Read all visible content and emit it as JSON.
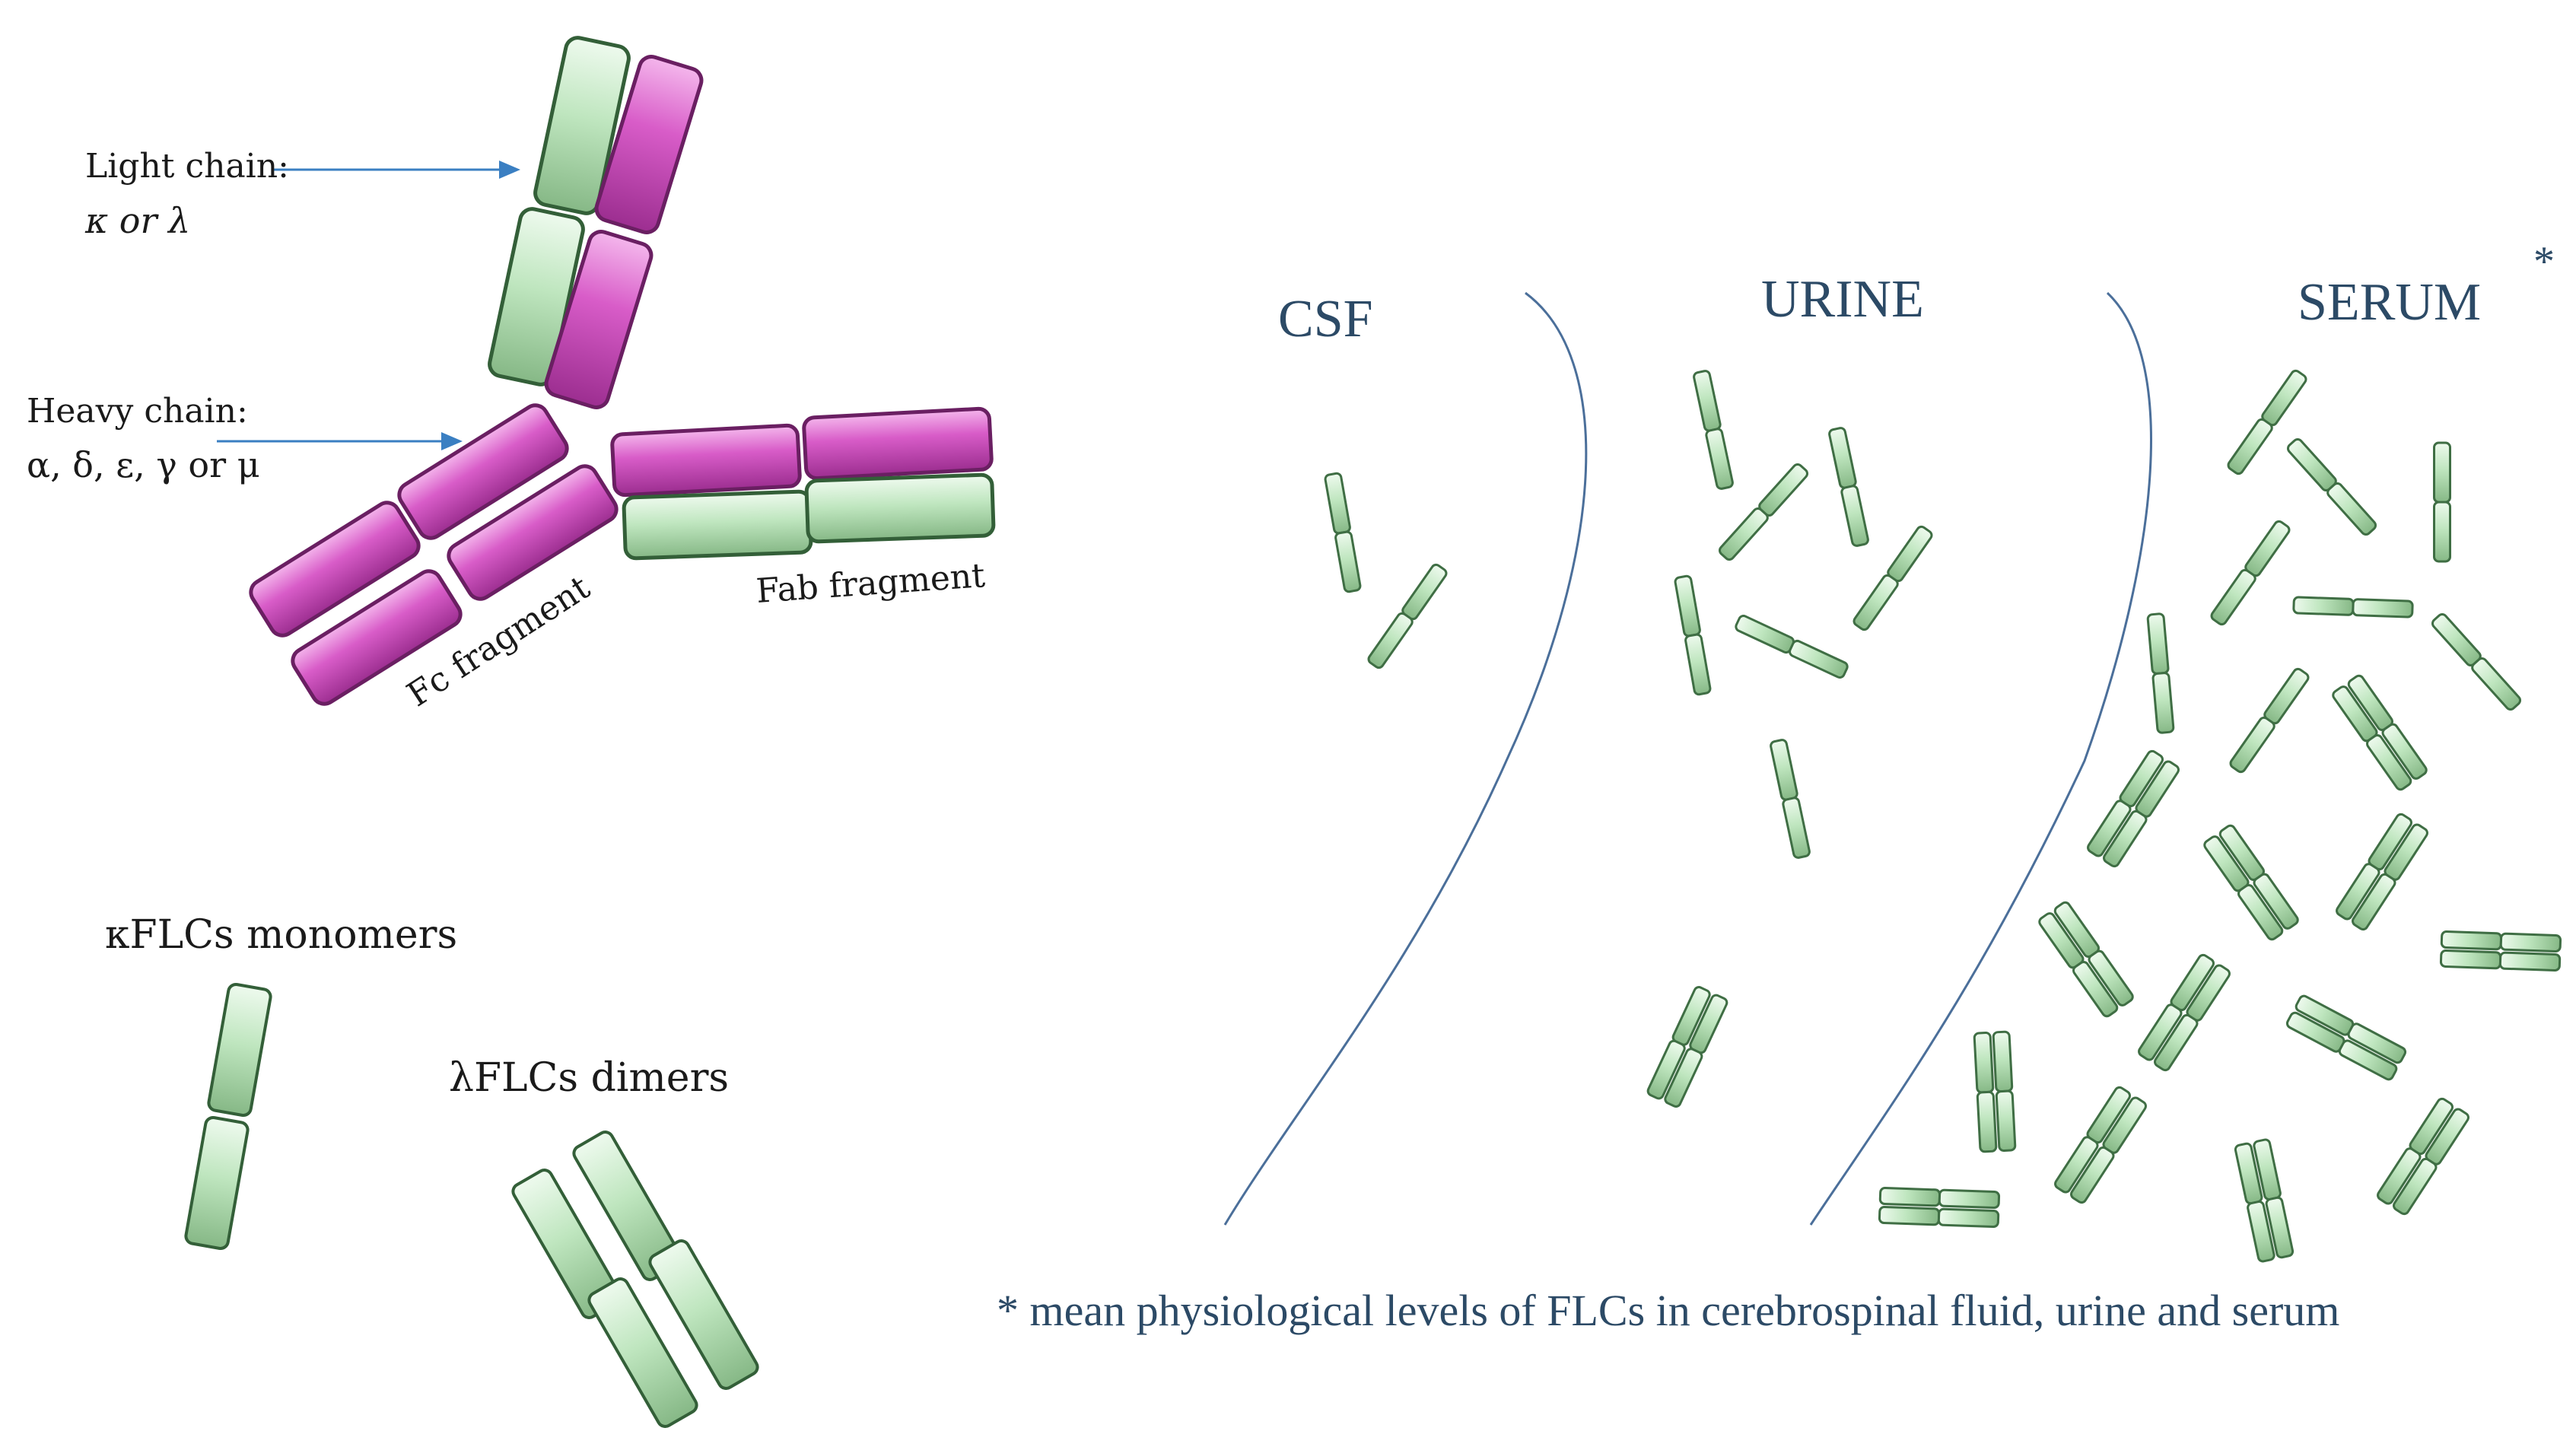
{
  "labels": {
    "light_chain_title": "Light chain:",
    "light_chain_types": "κ or λ",
    "heavy_chain_title": "Heavy chain:",
    "heavy_chain_types": "α, δ, ε, γ or μ",
    "fab_fragment": "Fab fragment",
    "fc_fragment": "Fc fragment",
    "kappa_monomers": "κFLCs monomers",
    "lambda_dimers": "λFLCs dimers"
  },
  "regions": {
    "csf": "CSF",
    "urine": "URINE",
    "serum": "SERUM",
    "asterisk": "*"
  },
  "footnote": "* mean physiological levels of FLCs in cerebrospinal fluid, urine and serum",
  "colors": {
    "heavy_chain": "#d85cc8",
    "light_chain": "#bfe6bf",
    "region_text": "#2c4a66",
    "arrow": "#3a7fc2",
    "divider": "#4b6f9a"
  }
}
